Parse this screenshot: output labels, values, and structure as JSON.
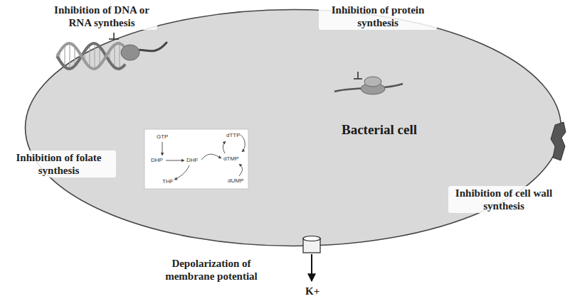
{
  "diagram": {
    "nodes": [
      {
        "text": [
          "Bacterial cell"
        ]
      }
    ],
    "labels": [
      "Inhibition of DNA or RNA synthesis",
      "Inhibition of protein synthesis",
      "Inhibition of folate synthesis",
      "Inhibition of cell wall synthesis",
      "Depolarization of membrane potential",
      "K+",
      "GTP",
      "DHP",
      "DHF",
      "THF",
      "dTTP",
      "dTMP",
      "dUMP"
    ]
  }
}
